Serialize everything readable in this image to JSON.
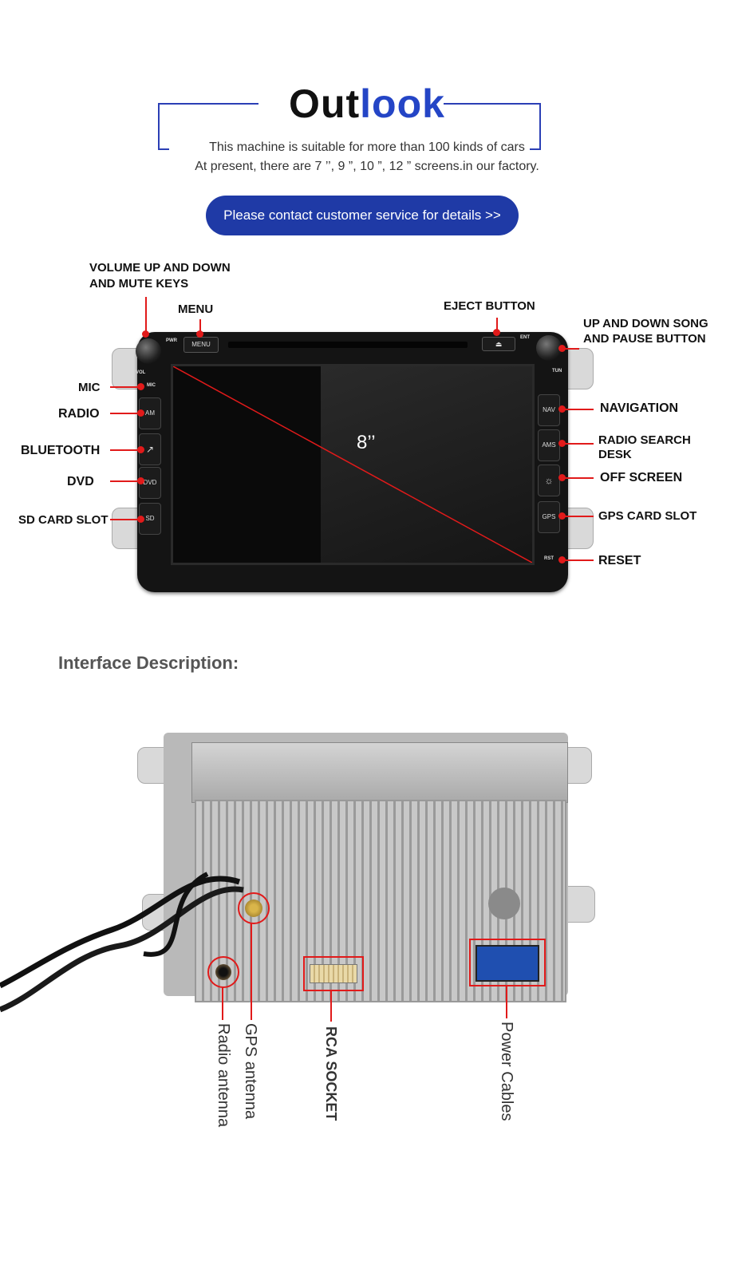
{
  "header": {
    "title_part1": "Out",
    "title_part2": "look",
    "line1": "This machine is suitable for more than 100 kinds of cars",
    "line2": "At present, there are 7 ’’, 9 ”, 10 ”, 12 ” screens.in our factory.",
    "contact_button": "Please contact customer service for details >>"
  },
  "colors": {
    "accent": "#2445c6",
    "button": "#1f3aa6",
    "callout": "#e11a1a"
  },
  "stereo": {
    "screen_size": "8’’",
    "button_labels": {
      "menu": "MENU",
      "am": "AM",
      "dvd": "DVD",
      "sd": "SD",
      "nav": "NAV",
      "ams": "AMS",
      "gps": "GPS",
      "pwr": "PWR",
      "vol": "VOL",
      "mic": "MIC",
      "ent": "ENT",
      "tun": "TUN",
      "rst": "RST"
    },
    "labels": {
      "volume": "VOLUME UP AND DOWN",
      "volume2": "AND MUTE KEYS",
      "menu": "MENU",
      "eject": "EJECT BUTTON",
      "updown": "UP AND DOWN SONG",
      "updown2": "AND PAUSE BUTTON",
      "mic": "MIC",
      "radio": "RADIO",
      "bluetooth": "BLUETOOTH",
      "dvd": "DVD",
      "sd": "SD CARD SLOT",
      "navigation": "NAVIGATION",
      "radio_search": "RADIO SEARCH",
      "radio_search2": "DESK",
      "off_screen": "OFF SCREEN",
      "gps_slot": "GPS CARD SLOT",
      "reset": "RESET"
    }
  },
  "interface": {
    "heading": "Interface Description:",
    "labels": {
      "radio_antenna": "Radio antenna",
      "gps_antenna": "GPS antenna",
      "rca": "RCA SOCKET",
      "power": "Power Cables"
    }
  }
}
